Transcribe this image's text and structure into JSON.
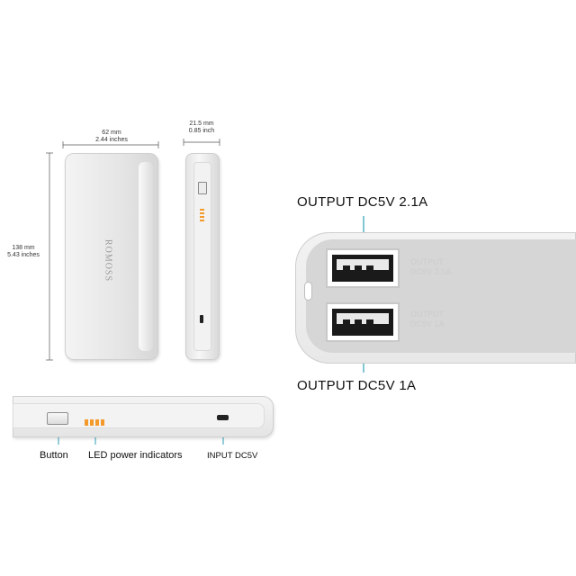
{
  "dimensions": {
    "width_mm": "62 mm",
    "width_in": "2.44 inches",
    "depth_mm": "21.5 mm",
    "depth_in": "0.85 inch",
    "height_mm": "138 mm",
    "height_in": "5.43 inches"
  },
  "brand": "ROMOSS",
  "outputs": {
    "top_label": "OUTPUT DC5V 2.1A",
    "bottom_label": "OUTPUT DC5V 1A",
    "port1_line1": "OUTPUT",
    "port1_line2": "DC5V 2.1A",
    "port2_line1": "OUTPUT",
    "port2_line2": "DC5V 1A"
  },
  "side_labels": {
    "button": "Button",
    "led": "LED power indicators",
    "input": "INPUT DC5V"
  },
  "colors": {
    "led": "#f39a2b",
    "body": "#e6e6e6"
  }
}
